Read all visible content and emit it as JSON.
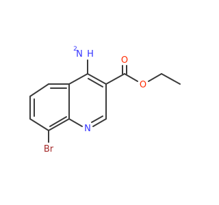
{
  "molecule": {
    "atoms": {
      "nh2": {
        "symbol": "N",
        "hydrogens": "H",
        "count": "2",
        "color": "#3333ff"
      },
      "ring_n": {
        "symbol": "N",
        "color": "#3333ff"
      },
      "carbonyl_o": {
        "symbol": "O",
        "color": "#ff2a00"
      },
      "ester_o": {
        "symbol": "O",
        "color": "#ff2a00"
      },
      "br": {
        "symbol": "Br",
        "color": "#a52a2a"
      }
    },
    "bond_color": "#3a3a3a",
    "background": "#ffffff"
  }
}
